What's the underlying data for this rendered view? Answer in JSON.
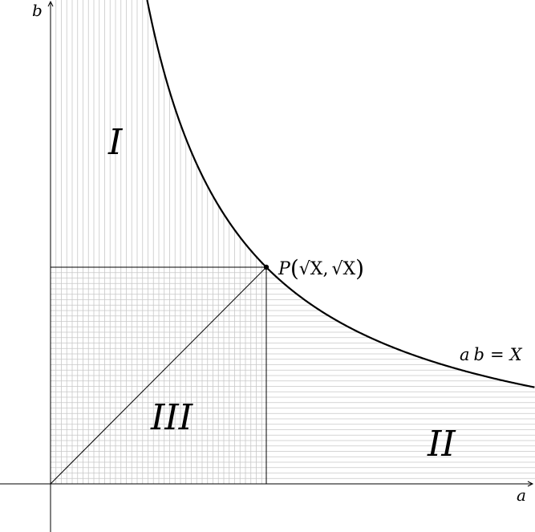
{
  "axes": {
    "x_label": "a",
    "y_label": "b"
  },
  "point": {
    "label_prefix": "P",
    "label_arg": "√X",
    "label_sep": ","
  },
  "curve": {
    "label_a": "a",
    "label_b": "b",
    "label_eq": "=",
    "label_x": "X"
  },
  "regions": {
    "region_one": "I",
    "region_two": "II",
    "region_three": "III"
  },
  "colors": {
    "axis": "#000000",
    "curve": "#000000",
    "grid": "#c8c8c8"
  }
}
